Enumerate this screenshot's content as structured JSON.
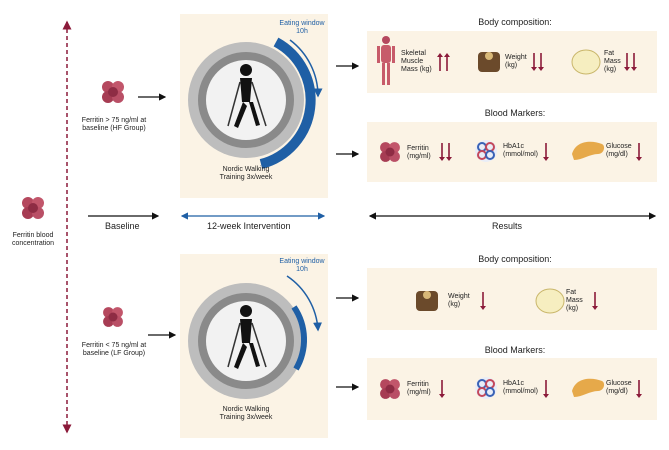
{
  "left": {
    "ferritin_label": "Ferritin blood concentration",
    "hf_group_label": "Ferritin > 75 ng/ml at baseline (HF Group)",
    "lf_group_label": "Ferritin < 75 ng/ml at baseline (LF Group)"
  },
  "intervention": {
    "eating_window": "Eating window 10h",
    "training_label": "Nordic Walking Training 3x/week"
  },
  "timeline": {
    "baseline": "Baseline",
    "intervention": "12-week Intervention",
    "results": "Results"
  },
  "hf": {
    "body_title": "Body composition:",
    "body_items": [
      {
        "label": "Skeletal Muscle Mass (kg)",
        "direction": "up",
        "count": 2
      },
      {
        "label": "Weight (kg)",
        "direction": "down",
        "count": 2
      },
      {
        "label": "Fat Mass (kg)",
        "direction": "down",
        "count": 2
      }
    ],
    "blood_title": "Blood Markers:",
    "blood_items": [
      {
        "label": "Ferritin (mg/ml)",
        "direction": "down",
        "count": 2
      },
      {
        "label": "HbA1c (mmol/mol)",
        "direction": "down",
        "count": 1
      },
      {
        "label": "Glucose (mg/dl)",
        "direction": "down",
        "count": 1
      }
    ]
  },
  "lf": {
    "body_title": "Body composition:",
    "body_items": [
      {
        "label": "Weight (kg)",
        "direction": "down",
        "count": 1
      },
      {
        "label": "Fat Mass (kg)",
        "direction": "down",
        "count": 1
      }
    ],
    "blood_title": "Blood Markers:",
    "blood_items": [
      {
        "label": "Ferritin (mg/ml)",
        "direction": "down",
        "count": 1
      },
      {
        "label": "HbA1c (mmol/mol)",
        "direction": "down",
        "count": 1
      },
      {
        "label": "Glucose (mg/dl)",
        "direction": "down",
        "count": 1
      }
    ]
  },
  "colors": {
    "panel": "#fbf3e5",
    "arrow_red": "#8b1a3a",
    "blue": "#1f5fa5"
  }
}
